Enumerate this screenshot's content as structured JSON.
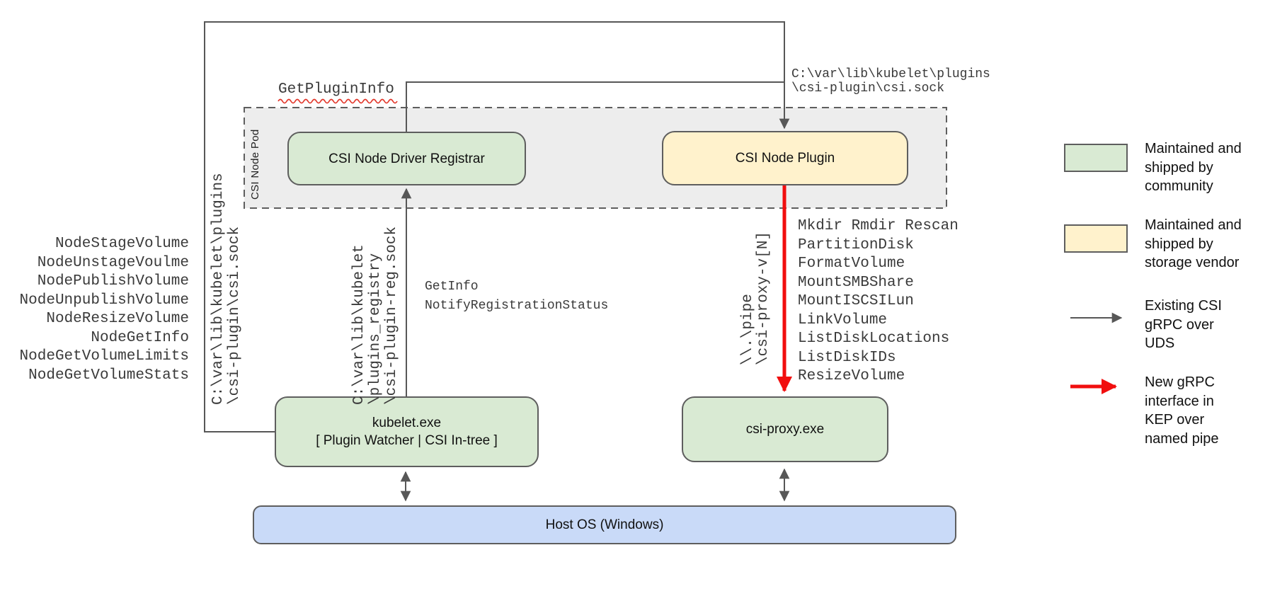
{
  "pod": {
    "label": "CSI Node Pod"
  },
  "nodes": {
    "registrar": {
      "label": "CSI Node Driver Registrar"
    },
    "plugin": {
      "label": "CSI Node Plugin"
    },
    "kubelet": {
      "label": "kubelet.exe",
      "sublabel": "[ Plugin Watcher | CSI In-tree ]"
    },
    "csi_proxy": {
      "label": "csi-proxy.exe"
    },
    "host_os": {
      "label": "Host OS (Windows)"
    }
  },
  "labels": {
    "get_plugin_info": "GetPluginInfo",
    "csi_sock_path": "C:\\var\\lib\\kubelet\\plugins\n\\csi-plugin\\csi.sock",
    "registry_sock_path": "C:\\var\\lib\\kubelet\n\\plugins_registry\n\\csi-plugin-reg.sock",
    "named_pipe_path": "\\\\.\\pipe\n\\csi-proxy-v[N]",
    "registration_calls": "GetInfo\nNotifyRegistrationStatus"
  },
  "node_calls": [
    "NodeStageVolume",
    "NodeUnstageVoulme",
    "NodePublishVolume",
    "NodeUnpublishVolume",
    "NodeResizeVolume",
    "NodeGetInfo",
    "NodeGetVolumeLimits",
    "NodeGetVolumeStats"
  ],
  "proxy_calls": [
    "Mkdir Rmdir Rescan",
    "PartitionDisk",
    "FormatVolume",
    "MountSMBShare",
    "MountISCSILun",
    "LinkVolume",
    "ListDiskLocations",
    "ListDiskIDs",
    "ResizeVolume"
  ],
  "legend": [
    {
      "text": "Maintained and\nshipped by\ncommunity"
    },
    {
      "text": "Maintained and\nshipped by\nstorage vendor"
    },
    {
      "text": "Existing CSI\ngRPC over\nUDS"
    },
    {
      "text": "New gRPC\ninterface in\nKEP over\nnamed pipe"
    }
  ],
  "colors": {
    "community": "#d9ead3",
    "vendor": "#fff2cc",
    "host": "#c9daf8",
    "pod_fill": "#ededed",
    "line": "#575757",
    "new_rpc": "#f10e0e"
  }
}
